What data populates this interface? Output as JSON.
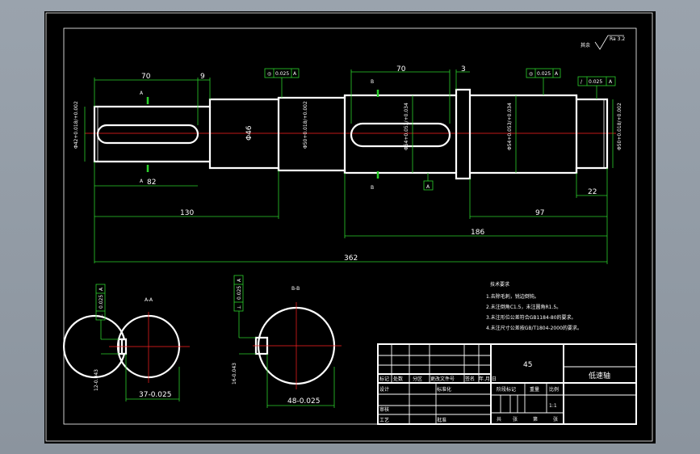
{
  "drawing": {
    "roughness_symbol": "Ra 3.2",
    "roughness_prefix": "其余",
    "dimensions": {
      "d70a": "70",
      "d9": "9",
      "d70b": "70",
      "d3": "3",
      "d82": "82",
      "d130": "130",
      "d186": "186",
      "d362": "362",
      "d97": "97",
      "d22": "22",
      "phi42": "Φ42+0.018/+0.002",
      "phi46": "Φ46",
      "phi50a": "Φ50+0.018/+0.002",
      "phi54a": "Φ54+0.053/+0.034",
      "phi54b": "Φ54+0.053/+0.034",
      "phi50b": "Φ50+0.018/+0.002",
      "tol1": [
        "◎",
        "0.025",
        "A"
      ],
      "tol2": [
        "⊥",
        "0.025",
        "A"
      ],
      "tol3": [
        "◎",
        "0.025",
        "A"
      ],
      "tol4": [
        "/",
        "0.025",
        "A"
      ],
      "datum": "A",
      "cut_a": "A",
      "cut_b": "B"
    },
    "sections": {
      "a_title": "A-A",
      "b_title": "B-B",
      "a_width": "12-0.043",
      "a_depth": "37-0.025",
      "a_tol": [
        "⊥",
        "0.025",
        "A"
      ],
      "b_width": "16-0.043",
      "b_depth": "48-0.025",
      "b_tol": [
        "⊥",
        "0.025",
        "A"
      ]
    },
    "notes": {
      "title": "技术要求",
      "lines": [
        "1.去除毛刺，锐边倒钝。",
        "2.未注倒角C1.5，未注圆角R1.5。",
        "3.未注形位公差符合GB1184-80的要求。",
        "4.未注尺寸公差按GB/T1804-2000的要求。"
      ]
    },
    "title_block": {
      "material": "45",
      "part_name": "低速轴",
      "row_labels": [
        "标记",
        "处数",
        "分区",
        "更改文件号",
        "签名",
        "年.月.日"
      ],
      "design": "设计",
      "standard": "标准化",
      "stage": "阶段标记",
      "weight": "重量",
      "scale_label": "比例",
      "scale": "1:1",
      "review": "审核",
      "process": "工艺",
      "approve": "批准",
      "sheets": [
        "共",
        "张",
        "第",
        "张"
      ]
    }
  }
}
